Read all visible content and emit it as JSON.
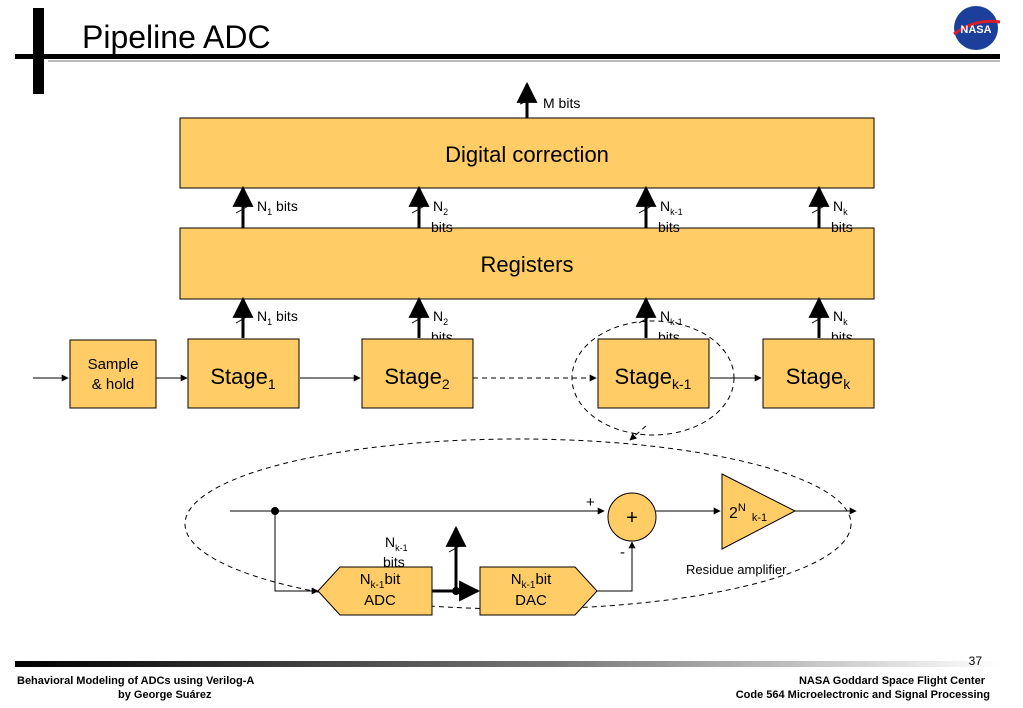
{
  "slide": {
    "title": "Pipeline ADC",
    "page_number": "37",
    "footer_left_line1": "Behavioral Modeling of ADCs using Verilog-A",
    "footer_left_line2": "by George Suárez",
    "footer_right_line1": "NASA Goddard Space Flight Center",
    "footer_right_line2": "Code 564 Microelectronic and Signal Processing",
    "logo_text": "NASA"
  },
  "diagram": {
    "top_output": "M bits",
    "digital_correction": "Digital correction",
    "registers": "Registers",
    "bits_word": "bits",
    "bus_labels": [
      {
        "n": "N",
        "sub": "1",
        "suffix": " bits"
      },
      {
        "n": "N",
        "sub": "2",
        "suffix": ""
      },
      {
        "n": "N",
        "sub": "k-1",
        "suffix": ""
      },
      {
        "n": "N",
        "sub": "k",
        "suffix": ""
      }
    ],
    "sample_hold_line1": "Sample",
    "sample_hold_line2": "& hold",
    "stage_word": "Stage",
    "stage_subs": [
      "1",
      "2",
      "k-1",
      "k"
    ],
    "detail": {
      "adc_line1_n": "N",
      "adc_line1_sub": "k-1",
      "adc_line1_suffix": "bit",
      "adc_line2": "ADC",
      "dac_line1_n": "N",
      "dac_line1_sub": "k-1",
      "dac_line1_suffix": "bit",
      "dac_line2": "DAC",
      "out_bits_n": "N",
      "out_bits_sub": "k-1",
      "out_bits_word": "bits",
      "sum_symbol": "+",
      "plus_sign": "+",
      "minus_sign": "-",
      "amp_base": "2",
      "amp_exp": "N",
      "amp_sub": "k-1",
      "amp_caption": "Residue amplifier"
    }
  }
}
